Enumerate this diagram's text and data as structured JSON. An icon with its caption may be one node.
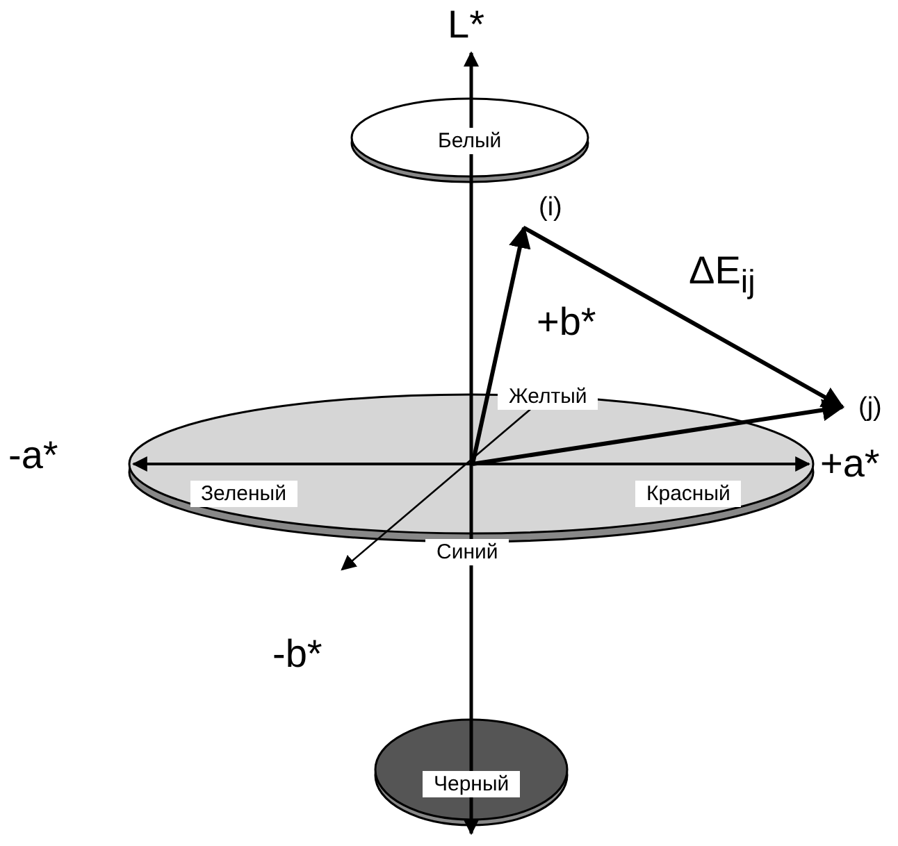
{
  "diagram": {
    "nodes": [
      {
        "text": [
          "Белый"
        ]
      },
      {
        "text": [
          "Желтый",
          "Зеленый",
          "Красный",
          "Синий"
        ]
      },
      {
        "text": [
          "Черный"
        ]
      },
      {
        "text": [
          "(i)"
        ]
      },
      {
        "text": [
          "(j)"
        ]
      }
    ],
    "edges": [
      {
        "from": 1,
        "to": 3,
        "arrow": "to"
      },
      {
        "from": 1,
        "to": 4,
        "arrow": "to"
      },
      {
        "from": 3,
        "to": 4,
        "arrow": "to",
        "label": "ΔE$_{ij}$"
      }
    ],
    "labels": [
      "L*",
      "+b*",
      "-a*",
      "+a*",
      "-b*"
    ]
  }
}
